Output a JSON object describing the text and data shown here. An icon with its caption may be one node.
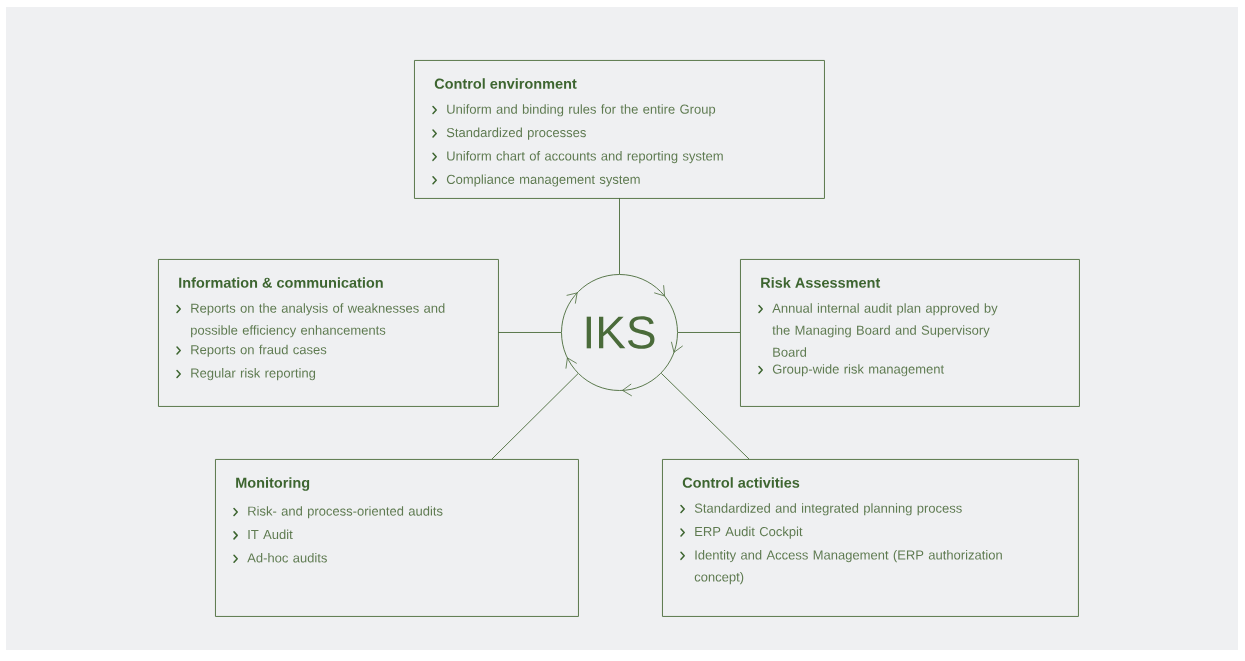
{
  "diagram": {
    "nodes": [
      {
        "text": [
          "Control environment",
          "Uniform and binding rules for the entire Group",
          "Standardized processes",
          "Uniform chart of accounts and reporting system",
          "Compliance management system"
        ]
      },
      {
        "text": [
          "Information & communication",
          "Reports on the analysis of weaknesses and possible efficiency enhancements",
          "Reports on fraud cases",
          "Regular risk reporting"
        ]
      },
      {
        "text": [
          "IKS"
        ]
      },
      {
        "text": [
          "Risk Assessment",
          "Annual internal audit plan approved by the Managing Board and Supervisory Board",
          "Group-wide risk management"
        ]
      },
      {
        "text": [
          "Monitoring",
          "Risk- and process-oriented audits",
          "IT Audit",
          "Ad-hoc audits"
        ]
      },
      {
        "text": [
          "Control activities",
          "Standardized and integrated planning process",
          "ERP Audit Cockpit",
          "Identity and Access Management (ERP authorization concept)"
        ]
      }
    ],
    "edges": [
      {
        "from": 0,
        "to": 2,
        "arrow": "none"
      },
      {
        "from": 1,
        "to": 2,
        "arrow": "none"
      },
      {
        "from": 3,
        "to": 2,
        "arrow": "none"
      },
      {
        "from": 4,
        "to": 2,
        "arrow": "none"
      },
      {
        "from": 5,
        "to": 2,
        "arrow": "none"
      }
    ]
  }
}
